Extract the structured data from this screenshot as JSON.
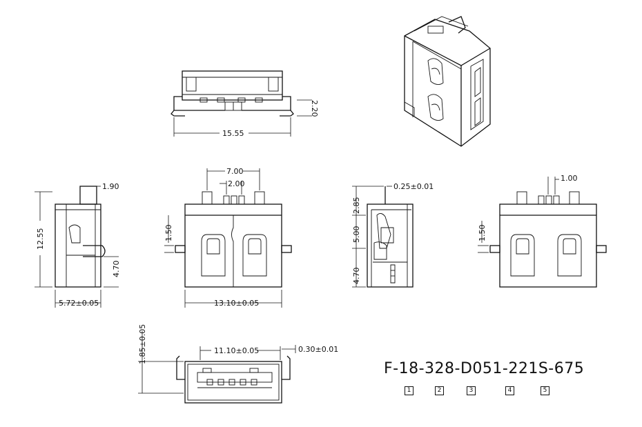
{
  "dimensions": {
    "top_width": "15.55",
    "top_height": "2.20",
    "pin_spacing_outer": "7.00",
    "pin_spacing_inner": "2.00",
    "side_height": "12.55",
    "side_tab": "1.90",
    "side_mid": "4.70",
    "side_depth": "5.72±0.05",
    "front_offset": "1.50",
    "front_width": "13.10±0.05",
    "section_thick": "0.25±0.01",
    "section_top": "2.85",
    "section_mid": "5.00",
    "section_bottom": "4.70",
    "rear_pitch": "1.00",
    "rear_offset": "1.50",
    "mouth_height": "1.85±0.05",
    "mouth_width": "11.10±0.05",
    "shell_thick": "0.30±0.01"
  },
  "part_number": "F-18-328-D051-221S-675",
  "segments": [
    "1",
    "2",
    "3",
    "4",
    "5"
  ]
}
